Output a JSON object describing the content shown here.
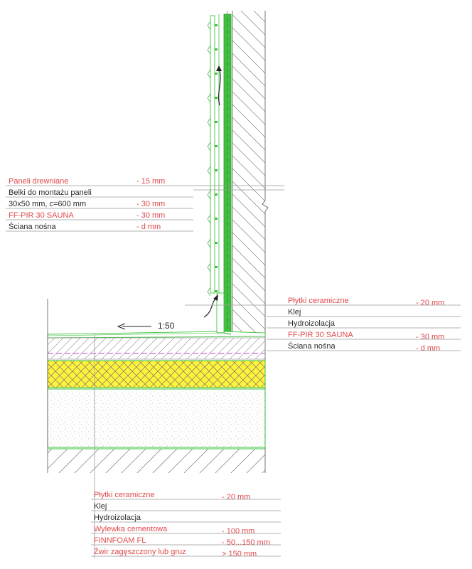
{
  "wall_legend": [
    {
      "label": "Paneli drewniane",
      "value": "- 15 mm"
    },
    {
      "label": "Belki do montażu paneli",
      "value": ""
    },
    {
      "label": "30x50 mm, c=600 mm",
      "value": "- 30 mm"
    },
    {
      "label": "FF-PIR 30 SAUNA",
      "value": "- 30 mm"
    },
    {
      "label": "Ściana nośna",
      "value": "- d mm"
    }
  ],
  "wall_floor_legend": [
    {
      "label": "Płytki ceramiczne",
      "value": "- 20 mm"
    },
    {
      "label": "Klej",
      "value": ""
    },
    {
      "label": "Hydroizolacja",
      "value": ""
    },
    {
      "label": "FF-PIR 30 SAUNA",
      "value": "- 30 mm"
    },
    {
      "label": "Ściana nośna",
      "value": "- d mm"
    }
  ],
  "floor_legend": [
    {
      "label": "Płytki ceramiczne",
      "value": "- 20 mm"
    },
    {
      "label": "Klej",
      "value": ""
    },
    {
      "label": "Hydroizolacja",
      "value": ""
    },
    {
      "label": "Wylewka cementowa",
      "value": "- 100 mm"
    },
    {
      "label": "FINNFOAM FL",
      "value": "- 50...150 mm"
    },
    {
      "label": "Żwir zagęszczony lub gruz",
      "value": "> 150 mm"
    }
  ],
  "slope": "1:50",
  "colors": {
    "label_red": "#e0484a",
    "label_dark": "#2a2a2a",
    "insulation_green": "#3ec23e",
    "finnfoam_yellow": "#fff23a",
    "screed_magenta": "#d23cd2"
  }
}
